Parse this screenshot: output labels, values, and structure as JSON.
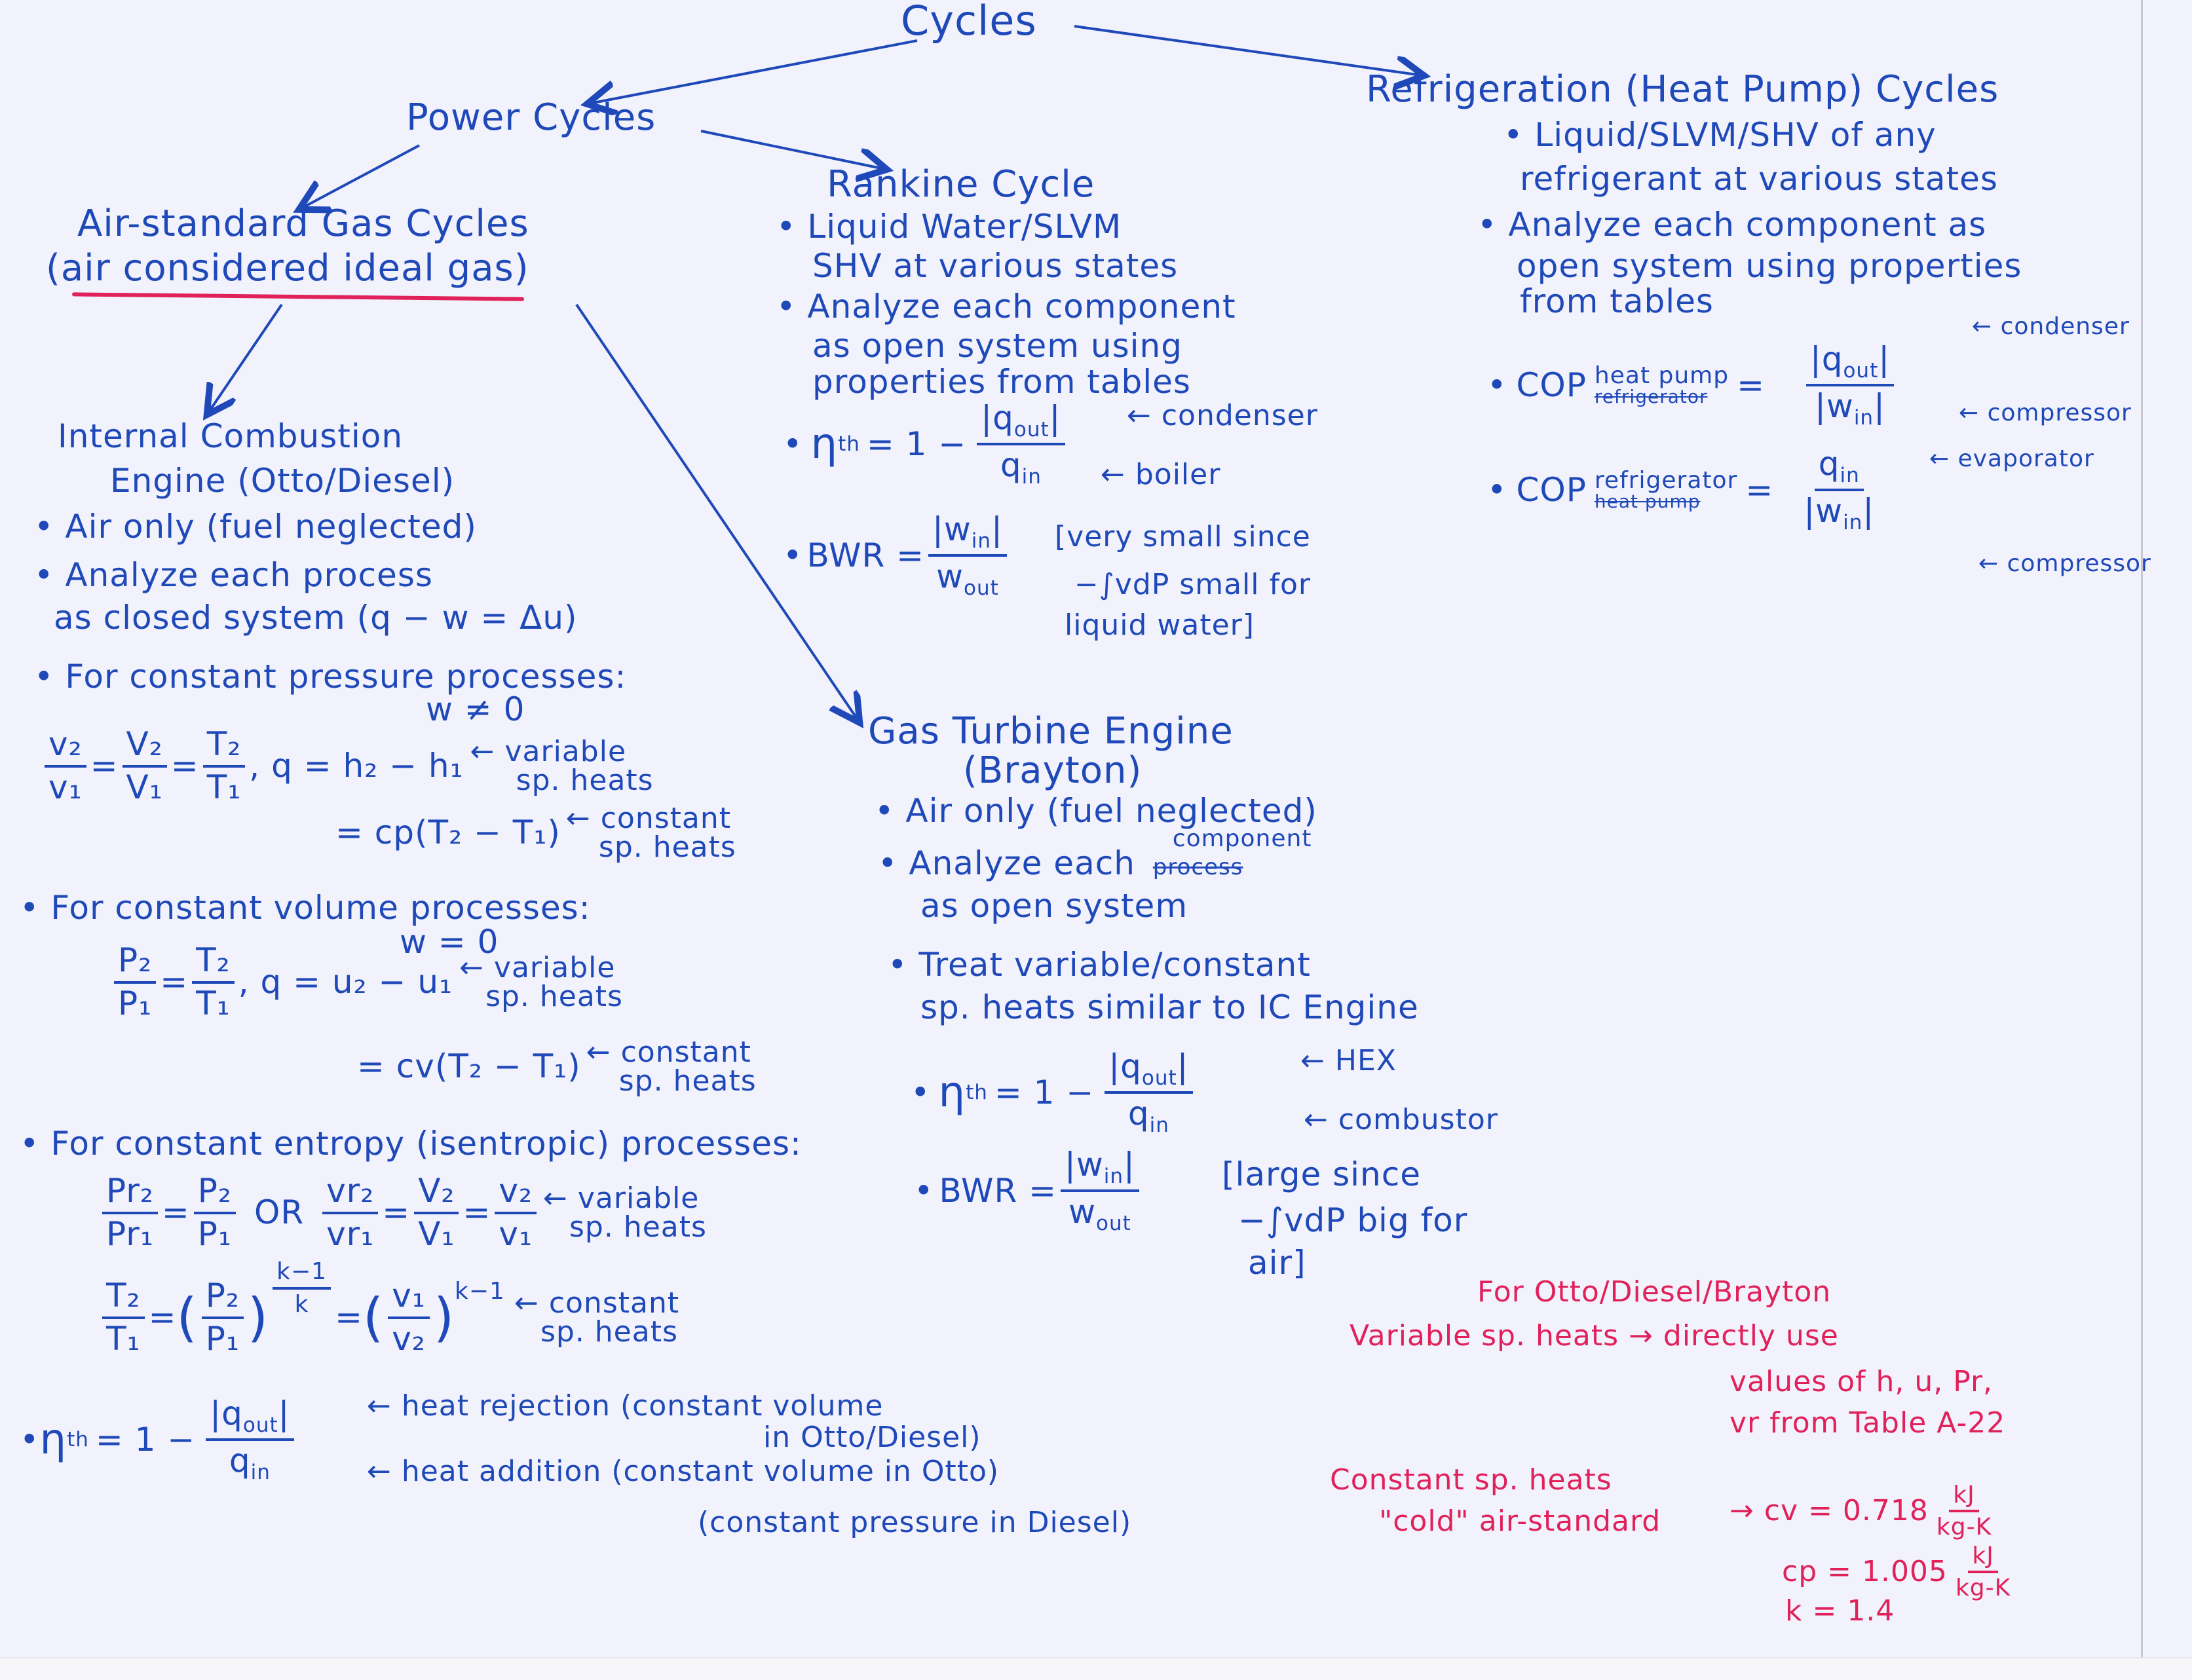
{
  "root": {
    "title": "Cycles"
  },
  "power": {
    "title": "Power Cycles",
    "air_standard": {
      "title": "Air-standard Gas Cycles",
      "subtitle": "(air considered ideal gas)",
      "ic_engine": {
        "title_line1": "Internal Combustion",
        "title_line2": "Engine (Otto/Diesel)",
        "bullets": [
          "Air only (fuel neglected)",
          "Analyze each process",
          "as closed system (q − w = Δu)"
        ],
        "const_pressure": {
          "heading": "For constant pressure processes:",
          "w_note": "w ≠ 0",
          "ratio": {
            "v2": "v₂",
            "v1": "v₁",
            "V2": "V₂",
            "V1": "V₁",
            "T2": "T₂",
            "T1": "T₁"
          },
          "q_variable": ", q = h₂ − h₁",
          "q_variable_note": [
            "← variable",
            "sp. heats"
          ],
          "q_constant": "= cp(T₂ − T₁)",
          "q_constant_note": [
            "← constant",
            "sp. heats"
          ]
        },
        "const_volume": {
          "heading": "For constant volume processes:",
          "w_note": "w = 0",
          "ratio": {
            "P2": "P₂",
            "P1": "P₁",
            "T2": "T₂",
            "T1": "T₁"
          },
          "q_variable": ", q = u₂ − u₁",
          "q_variable_note": [
            "← variable",
            "sp. heats"
          ],
          "q_constant": "= cv(T₂ − T₁)",
          "q_constant_note": [
            "← constant",
            "sp. heats"
          ]
        },
        "isentropic": {
          "heading": "For constant entropy (isentropic) processes:",
          "variable": {
            "Pr2": "Pr₂",
            "Pr1": "Pr₁",
            "P2": "P₂",
            "P1": "P₁",
            "or": "OR",
            "vr2": "vr₂",
            "vr1": "vr₁",
            "V2": "V₂",
            "V1": "V₁",
            "v2": "v₂",
            "v1": "v₁",
            "note": [
              "← variable",
              "sp. heats"
            ]
          },
          "constant": {
            "T2": "T₂",
            "T1": "T₁",
            "P2": "P₂",
            "P1": "P₁",
            "exp1_num": "k−1",
            "exp1_den": "k",
            "v1": "v₁",
            "v2": "v₂",
            "exp2": "k−1",
            "note": [
              "← constant",
              "sp. heats"
            ]
          }
        },
        "efficiency": {
          "lhs": "η",
          "lhs_sub": "th",
          "one_minus": "= 1 −",
          "num": "|q",
          "num_sub": "out",
          "num_end": "|",
          "den": "q",
          "den_sub": "in",
          "num_note": "← heat rejection (constant volume",
          "num_note2": "in Otto/Diesel)",
          "den_note": "← heat addition (constant volume in Otto)",
          "den_note2": "(constant pressure in Diesel)"
        }
      },
      "gas_turbine": {
        "title_line1": "Gas Turbine Engine",
        "title_line2": "(Brayton)",
        "bullets": [
          "Air only (fuel neglected)",
          "Analyze each",
          "as open system",
          "Treat variable/constant",
          "sp. heats similar to IC Engine"
        ],
        "struck_word": "process",
        "inserted_word": "component",
        "efficiency": {
          "lhs": "η",
          "lhs_sub": "th",
          "one_minus": "= 1 −",
          "num": "|q",
          "num_sub": "out",
          "num_end": "|",
          "den": "q",
          "den_sub": "in",
          "num_note": "← HEX",
          "den_note": "← combustor"
        },
        "bwr": {
          "lhs": "BWR =",
          "num": "|w",
          "num_sub": "in",
          "num_end": "|",
          "den": "w",
          "den_sub": "out",
          "note": [
            "[large since",
            "−∫vdP big for",
            "air]"
          ]
        }
      }
    },
    "rankine": {
      "title": "Rankine Cycle",
      "bullets": [
        "Liquid Water/SLVM",
        "SHV at various states",
        "Analyze each component",
        "as open system using",
        "properties from tables"
      ],
      "efficiency": {
        "lhs": "η",
        "lhs_sub": "th",
        "one_minus": "= 1 −",
        "num": "|q",
        "num_sub": "out",
        "num_end": "|",
        "den": "q",
        "den_sub": "in",
        "num_note": "← condenser",
        "den_note": "← boiler"
      },
      "bwr": {
        "lhs": "BWR =",
        "num": "|w",
        "num_sub": "in",
        "num_end": "|",
        "den": "w",
        "den_sub": "out",
        "note": [
          "[very small since",
          "−∫vdP small for",
          "liquid water]"
        ]
      }
    }
  },
  "refrigeration": {
    "title": "Refrigeration (Heat Pump) Cycles",
    "bullets": [
      "Liquid/SLVM/SHV of any",
      "refrigerant at various states",
      "Analyze each component as",
      "open system using properties",
      "from tables"
    ],
    "cop_hp": {
      "lhs": "COP",
      "sub": "heat pump",
      "struck": "refrigerator",
      "num": "|q",
      "num_sub": "out",
      "num_end": "|",
      "den": "|w",
      "den_sub": "in",
      "den_end": "|",
      "num_note": "← condenser",
      "den_note": "← compressor"
    },
    "cop_ref": {
      "lhs": "COP",
      "sub": "refrigerator",
      "struck": "heat pump",
      "num": "q",
      "num_sub": "in",
      "den": "|w",
      "den_sub": "in",
      "den_end": "|",
      "num_note": "← evaporator",
      "den_note": "← compressor"
    }
  },
  "notes": {
    "color": "#e0215a",
    "heading": "For Otto/Diesel/Brayton",
    "variable_line1": "Variable sp. heats → directly use",
    "variable_line2": "values of h, u, Pr,",
    "variable_line3": "vr from Table A-22",
    "constant_line1": "Constant sp. heats",
    "constant_line2": "\"cold\" air-standard",
    "cv": "→ cv = 0.718",
    "cp": "cp = 1.005",
    "k": "k = 1.4",
    "unit_num": "kJ",
    "unit_den": "kg-K"
  },
  "colors": {
    "ink_blue": "#1f49b8",
    "ink_pink": "#e0215a",
    "paper": "#f1f2fc"
  }
}
